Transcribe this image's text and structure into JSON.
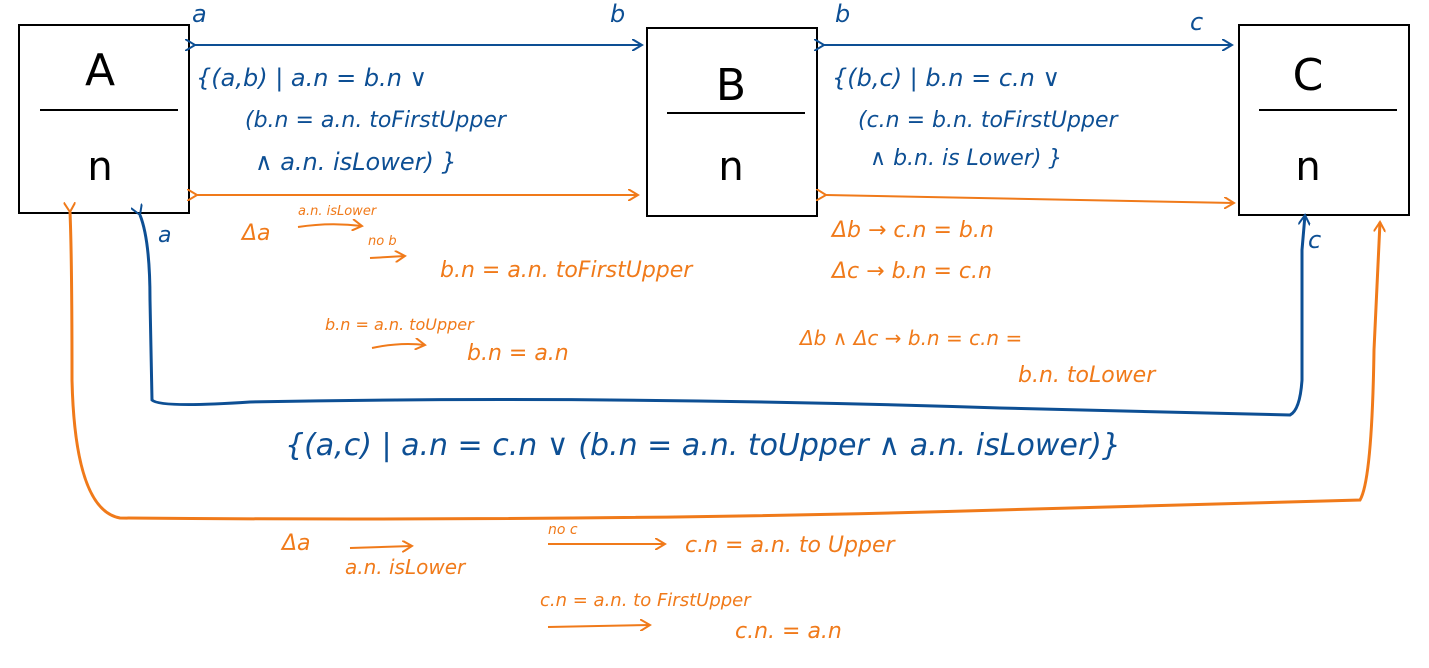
{
  "colors": {
    "blue": "#0d4f94",
    "orange": "#f07a1a",
    "box_stroke": "#000000"
  },
  "classes": {
    "a": {
      "name": "A",
      "attribute": "n"
    },
    "b": {
      "name": "B",
      "attribute": "n"
    },
    "c": {
      "name": "C",
      "attribute": "n"
    }
  },
  "ab": {
    "role_left": "a",
    "role_right": "b",
    "relation_line1": "{(a,b) | a.n = b.n  ∨",
    "relation_line2": "(b.n = a.n. toFirstUpper",
    "relation_line3": "∧ a.n. isLower) }",
    "delta_symbol": "Δa",
    "delta_cond": "a.n. isLower",
    "delta_cond2": "no b",
    "delta_result": "b.n = a.n. toFirstUpper",
    "b_cond": "b.n = a.n. toUpper",
    "b_result": "b.n = a.n",
    "role_bottom": "a"
  },
  "bc": {
    "role_left": "b",
    "role_right": "c",
    "relation_line1": "{(b,c) | b.n = c.n  ∨",
    "relation_line2": "(c.n = b.n. toFirstUpper",
    "relation_line3": "∧ b.n. is Lower) }",
    "delta_b": "Δb → c.n = b.n",
    "delta_c": "Δc → b.n = c.n",
    "delta_bc_line1": "Δb ∧ Δc → b.n = c.n =",
    "delta_bc_line2": "b.n. toLower",
    "role_bottom": "c"
  },
  "ac": {
    "relation": "{(a,c) | a.n = c.n  ∨  (b.n = a.n. toUpper  ∧ a.n. isLower)}",
    "delta_symbol": "Δa",
    "delta_cond": "a.n. isLower",
    "no_c": "no c",
    "no_c_result": "c.n = a.n. to Upper",
    "c_cond": "c.n = a.n. to FirstUpper",
    "c_result": "c.n.  = a.n"
  }
}
